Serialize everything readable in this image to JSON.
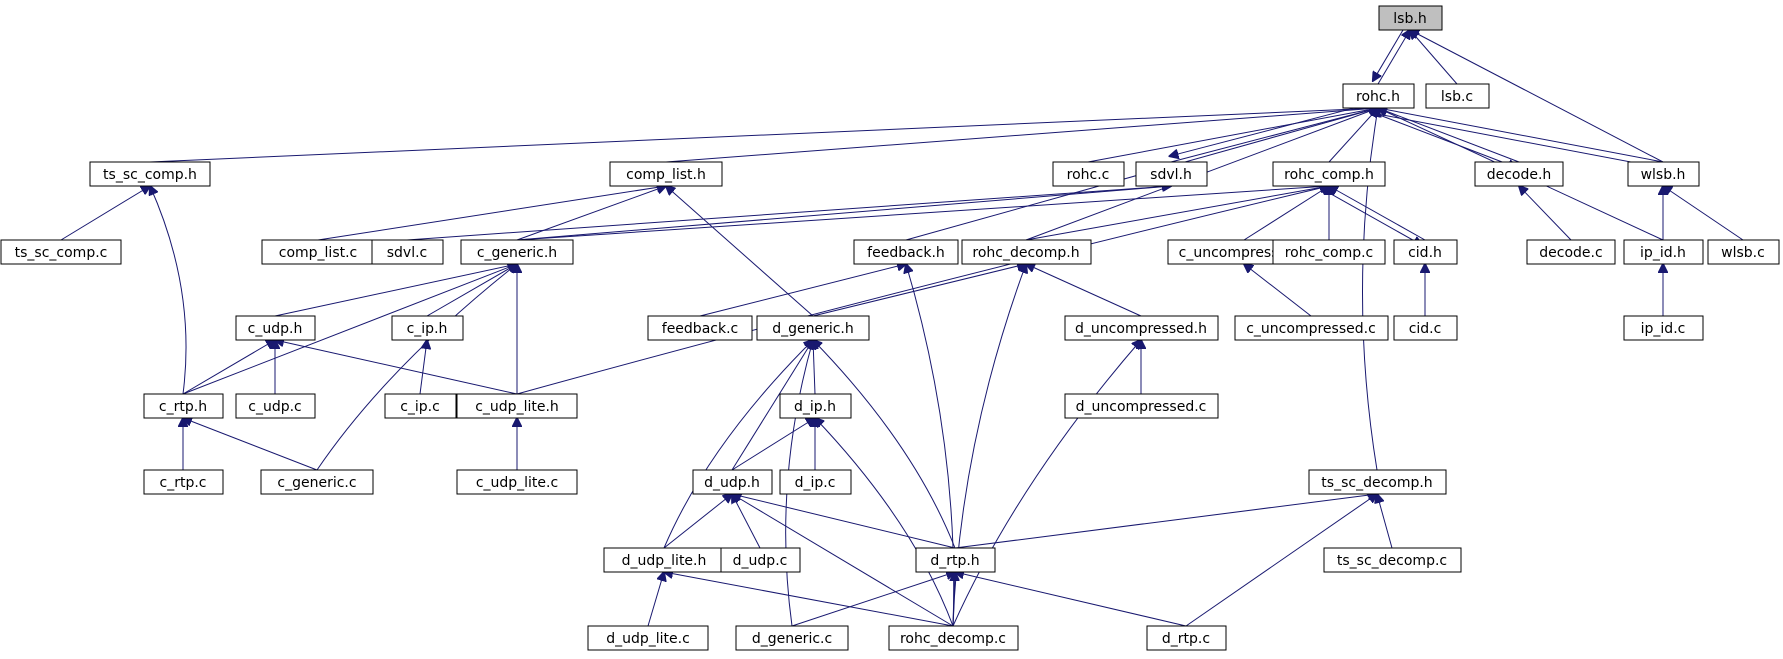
{
  "graph": {
    "accent_color": "#191970",
    "highlight_node": "lsb.h",
    "nodes": [
      "lsb.h",
      "rohc.h",
      "lsb.c",
      "ts_sc_comp.h",
      "comp_list.h",
      "rohc.c",
      "sdvl.h",
      "rohc_comp.h",
      "decode.h",
      "wlsb.h",
      "ts_sc_comp.c",
      "comp_list.c",
      "sdvl.c",
      "c_generic.h",
      "feedback.h",
      "rohc_decomp.h",
      "c_uncompressed.h",
      "rohc_comp.c",
      "cid.h",
      "decode.c",
      "ip_id.h",
      "wlsb.c",
      "c_udp.h",
      "c_ip.h",
      "feedback.c",
      "d_generic.h",
      "d_uncompressed.h",
      "c_uncompressed.c",
      "cid.c",
      "ip_id.c",
      "c_rtp.h",
      "c_udp.c",
      "c_ip.c",
      "c_udp_lite.h",
      "d_ip.h",
      "d_uncompressed.c",
      "c_rtp.c",
      "c_generic.c",
      "c_udp_lite.c",
      "d_udp.h",
      "d_ip.c",
      "ts_sc_decomp.h",
      "d_udp_lite.h",
      "d_udp.c",
      "d_rtp.h",
      "ts_sc_decomp.c",
      "d_udp_lite.c",
      "d_generic.c",
      "rohc_decomp.c",
      "d_rtp.c"
    ],
    "edges": [
      [
        "rohc.h",
        "lsb.h"
      ],
      [
        "lsb.h",
        "rohc.h"
      ],
      [
        "lsb.c",
        "lsb.h"
      ],
      [
        "wlsb.h",
        "lsb.h"
      ],
      [
        "ts_sc_comp.h",
        "rohc.h"
      ],
      [
        "comp_list.h",
        "rohc.h"
      ],
      [
        "rohc.c",
        "rohc.h"
      ],
      [
        "sdvl.h",
        "rohc.h"
      ],
      [
        "rohc.h",
        "sdvl.h"
      ],
      [
        "rohc_comp.h",
        "rohc.h"
      ],
      [
        "decode.h",
        "rohc.h"
      ],
      [
        "rohc.h",
        "decode.h"
      ],
      [
        "wlsb.h",
        "rohc.h"
      ],
      [
        "rohc.h",
        "wlsb.h"
      ],
      [
        "ip_id.h",
        "rohc.h"
      ],
      [
        "rohc_decomp.h",
        "rohc.h"
      ],
      [
        "feedback.h",
        "rohc.h"
      ],
      [
        "ts_sc_decomp.h",
        "rohc.h"
      ],
      [
        "ts_sc_comp.c",
        "ts_sc_comp.h"
      ],
      [
        "c_rtp.h",
        "ts_sc_comp.h"
      ],
      [
        "comp_list.c",
        "comp_list.h"
      ],
      [
        "c_generic.h",
        "comp_list.h"
      ],
      [
        "d_generic.h",
        "comp_list.h"
      ],
      [
        "sdvl.c",
        "sdvl.h"
      ],
      [
        "c_generic.h",
        "sdvl.h"
      ],
      [
        "c_generic.h",
        "rohc_comp.h"
      ],
      [
        "c_uncompressed.h",
        "rohc_comp.h"
      ],
      [
        "rohc_comp.c",
        "rohc_comp.h"
      ],
      [
        "cid.h",
        "rohc_comp.h"
      ],
      [
        "rohc_comp.h",
        "cid.h"
      ],
      [
        "rohc_decomp.h",
        "rohc_comp.h"
      ],
      [
        "c_udp_lite.h",
        "rohc_comp.h"
      ],
      [
        "decode.c",
        "decode.h"
      ],
      [
        "ip_id.h",
        "wlsb.h"
      ],
      [
        "wlsb.c",
        "wlsb.h"
      ],
      [
        "c_udp.h",
        "c_generic.h"
      ],
      [
        "c_ip.h",
        "c_generic.h"
      ],
      [
        "c_udp_lite.h",
        "c_generic.h"
      ],
      [
        "c_rtp.h",
        "c_generic.h"
      ],
      [
        "c_generic.c",
        "c_generic.h"
      ],
      [
        "feedback.c",
        "feedback.h"
      ],
      [
        "rohc_decomp.c",
        "feedback.h"
      ],
      [
        "d_generic.h",
        "rohc_decomp.h"
      ],
      [
        "d_uncompressed.h",
        "rohc_decomp.h"
      ],
      [
        "rohc_decomp.c",
        "rohc_decomp.h"
      ],
      [
        "c_uncompressed.c",
        "c_uncompressed.h"
      ],
      [
        "cid.c",
        "cid.h"
      ],
      [
        "ip_id.c",
        "ip_id.h"
      ],
      [
        "c_rtp.h",
        "c_udp.h"
      ],
      [
        "c_udp.c",
        "c_udp.h"
      ],
      [
        "c_udp_lite.h",
        "c_udp.h"
      ],
      [
        "c_ip.c",
        "c_ip.h"
      ],
      [
        "d_ip.h",
        "d_generic.h"
      ],
      [
        "d_udp.h",
        "d_generic.h"
      ],
      [
        "d_rtp.h",
        "d_generic.h"
      ],
      [
        "d_udp_lite.h",
        "d_generic.h"
      ],
      [
        "d_generic.c",
        "d_generic.h"
      ],
      [
        "d_uncompressed.c",
        "d_uncompressed.h"
      ],
      [
        "rohc_decomp.c",
        "d_uncompressed.h"
      ],
      [
        "c_rtp.c",
        "c_rtp.h"
      ],
      [
        "c_generic.c",
        "c_rtp.h"
      ],
      [
        "c_udp_lite.c",
        "c_udp_lite.h"
      ],
      [
        "d_udp.h",
        "d_ip.h"
      ],
      [
        "d_ip.c",
        "d_ip.h"
      ],
      [
        "rohc_decomp.c",
        "d_ip.h"
      ],
      [
        "d_udp_lite.h",
        "d_udp.h"
      ],
      [
        "d_udp.c",
        "d_udp.h"
      ],
      [
        "d_rtp.h",
        "d_udp.h"
      ],
      [
        "rohc_decomp.c",
        "d_udp.h"
      ],
      [
        "d_rtp.h",
        "ts_sc_decomp.h"
      ],
      [
        "ts_sc_decomp.c",
        "ts_sc_decomp.h"
      ],
      [
        "d_rtp.c",
        "ts_sc_decomp.h"
      ],
      [
        "d_udp_lite.c",
        "d_udp_lite.h"
      ],
      [
        "rohc_decomp.c",
        "d_udp_lite.h"
      ],
      [
        "d_generic.c",
        "d_rtp.h"
      ],
      [
        "rohc_decomp.c",
        "d_rtp.h"
      ],
      [
        "d_rtp.c",
        "d_rtp.h"
      ]
    ]
  }
}
